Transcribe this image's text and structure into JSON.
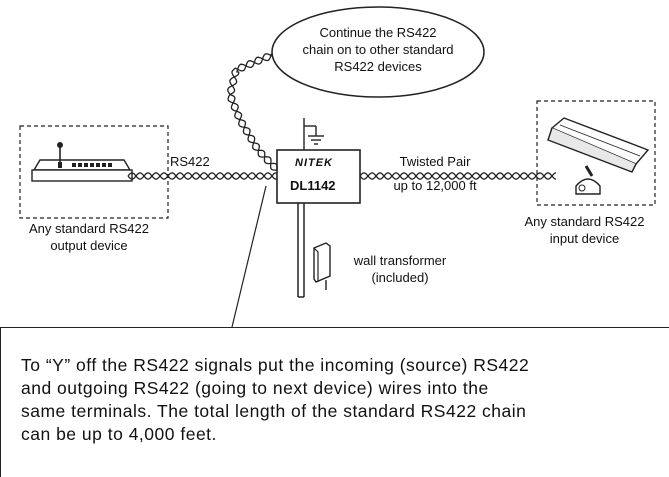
{
  "cloud": {
    "line1": "Continue the RS422",
    "line2": "chain on to other standard",
    "line3": "RS422 devices"
  },
  "left_device": {
    "icon": "keyboard-controller-icon",
    "caption1": "Any standard RS422",
    "caption2": "output device"
  },
  "right_device": {
    "icon": "camera-icon",
    "caption1": "Any standard RS422",
    "caption2": "input device"
  },
  "center_device": {
    "brand": "NITEK",
    "model": "DL1142"
  },
  "links": {
    "left_label": "RS422",
    "right_label1": "Twisted Pair",
    "right_label2": "up to 12,000 ft"
  },
  "transformer": {
    "icon": "wall-transformer-icon",
    "label1": "wall transformer",
    "label2": "(included)"
  },
  "ground_icon": "ground-icon",
  "note": {
    "line1": "To “Y” off the RS422 signals put the incoming (source) RS422",
    "line2": "and outgoing RS422 (going to next device) wires into the",
    "line3": "same terminals. The total length of the standard RS422 chain",
    "line4": "can be up to 4,000 feet."
  }
}
